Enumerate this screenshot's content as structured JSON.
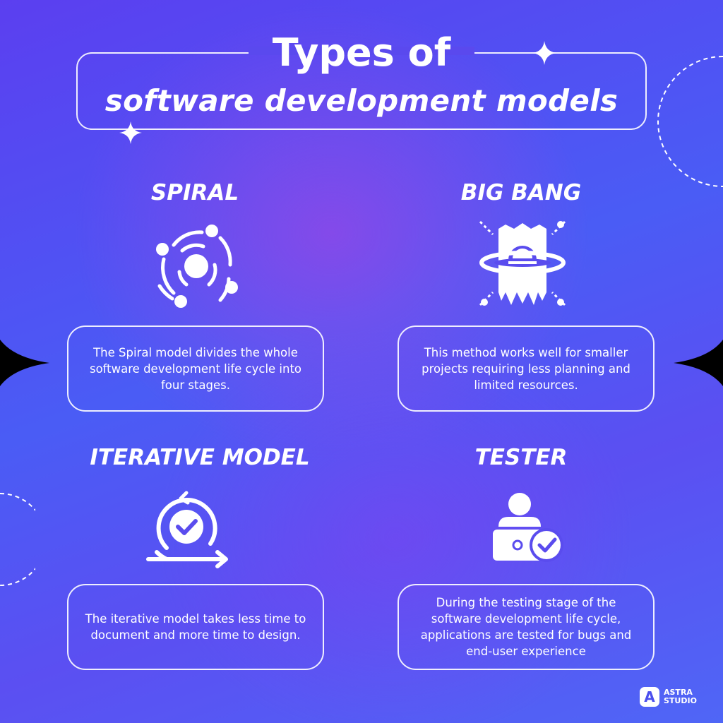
{
  "title": {
    "line1": "Types of",
    "line2": "software development models"
  },
  "models": [
    {
      "heading": "SPIRAL",
      "icon": "spiral-galaxy-icon",
      "description": "The Spiral model divides the whole software development life cycle into four stages."
    },
    {
      "heading": "BIG BANG",
      "icon": "big-bang-planet-icon",
      "description": "This method works well for smaller projects requiring less planning and limited resources."
    },
    {
      "heading": "ITERATIVE MODEL",
      "icon": "cycle-check-icon",
      "description": "The iterative model takes less time to document and more time to design."
    },
    {
      "heading": "TESTER",
      "icon": "tester-laptop-check-icon",
      "description": "During the testing stage of the software development life cycle, applications are tested for bugs and end-user experience"
    }
  ],
  "brand": {
    "mark": "A",
    "line1": "ASTRA",
    "line2": "STUDIO"
  },
  "colors": {
    "background_primary": "#5b3ff0",
    "background_secondary": "#4f66f6",
    "text": "#ffffff",
    "side_notch": "#000000"
  }
}
